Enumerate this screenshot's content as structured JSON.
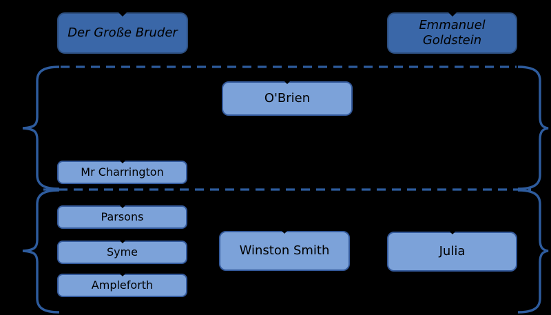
{
  "colors": {
    "background": "#000000",
    "line": "#2e5c9e",
    "dark_fill": "#3a67a8",
    "dark_border": "#2d4f80",
    "light_fill": "#7ca2d9",
    "light_border": "#345a9c",
    "text": "#000000"
  },
  "nodes": {
    "big_brother": {
      "label": "Der Große Bruder"
    },
    "goldstein": {
      "label": "Emmanuel\nGoldstein"
    },
    "obrien": {
      "label": "O'Brien"
    },
    "charrington": {
      "label": "Mr Charrington"
    },
    "parsons": {
      "label": "Parsons"
    },
    "syme": {
      "label": "Syme"
    },
    "ampleforth": {
      "label": "Ampleforth"
    },
    "winston": {
      "label": "Winston Smith"
    },
    "julia": {
      "label": "Julia"
    }
  }
}
